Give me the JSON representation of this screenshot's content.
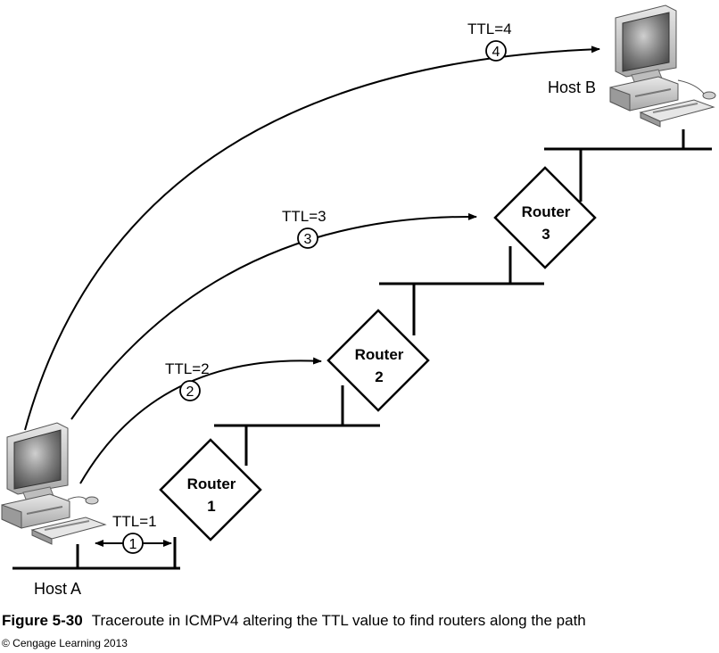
{
  "hosts": {
    "host_a": "Host A",
    "host_b": "Host B"
  },
  "routers": [
    {
      "line1": "Router",
      "line2": "1"
    },
    {
      "line1": "Router",
      "line2": "2"
    },
    {
      "line1": "Router",
      "line2": "3"
    }
  ],
  "hops": [
    {
      "ttl": "TTL=1",
      "step": "1"
    },
    {
      "ttl": "TTL=2",
      "step": "2"
    },
    {
      "ttl": "TTL=3",
      "step": "3"
    },
    {
      "ttl": "TTL=4",
      "step": "4"
    }
  ],
  "caption": {
    "figure": "Figure 5-30",
    "text": "Traceroute in ICMPv4 altering the TTL value to find routers along the path"
  },
  "copyright": "© Cengage Learning 2013"
}
